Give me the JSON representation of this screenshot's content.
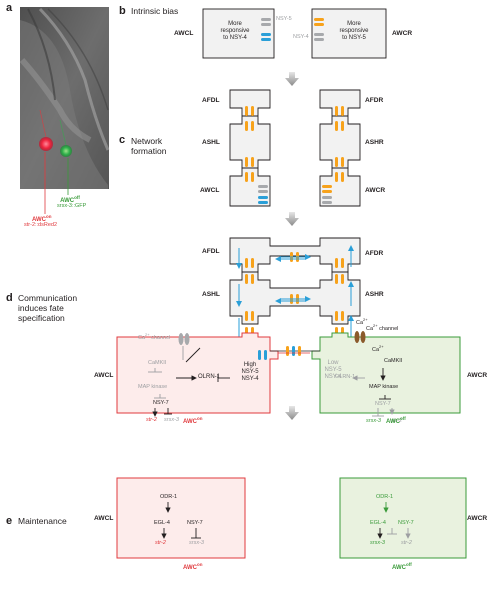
{
  "panels": {
    "a": "a",
    "b": "b",
    "c": "c",
    "d": "d",
    "e": "e"
  },
  "sections": {
    "b_title": "Intrinsic bias",
    "c_title_1": "Network",
    "c_title_2": "formation",
    "d_title_1": "Communication",
    "d_title_2": "induces fate",
    "d_title_3": "specification",
    "e_title": "Maintenance"
  },
  "photo": {
    "awc_off_label": "AWC",
    "awc_off_sup": "off",
    "awc_off_marker": "srsx-3::GFP",
    "awc_on_label": "AWC",
    "awc_on_sup": "on",
    "awc_on_marker": "str-2::dsRed2"
  },
  "bias": {
    "awcl": "AWCL",
    "awcr": "AWCR",
    "left_text_1": "More",
    "left_text_2": "responsive",
    "left_text_3": "to NSY-4",
    "right_text_1": "More",
    "right_text_2": "responsive",
    "right_text_3": "to NSY-5",
    "nsy5": "NSY-5",
    "nsy4": "NSY-4"
  },
  "network": {
    "afdl": "AFDL",
    "afdr": "AFDR",
    "ashl": "ASHL",
    "ashr": "ASHR",
    "awcl": "AWCL",
    "awcr": "AWCR"
  },
  "communication": {
    "afdl": "AFDL",
    "afdr": "AFDR",
    "ashl": "ASHL",
    "ashr": "ASHR",
    "awcl": "AWCL",
    "awcr": "AWCR",
    "ca_channel_left": "Ca",
    "ca_channel_left_2": " channel",
    "ca_channel_right": " channel",
    "ca": "Ca",
    "camkii": "CaMKII",
    "olrn1": "OLRN-1",
    "map_kinase": "MAP kinase",
    "nsy7": "NSY-7",
    "str2": "str-2",
    "srsx3": "srsx-3",
    "high": "High",
    "high_nsy5": "NSY-5",
    "high_nsy4": "NSY-4",
    "low": "Low",
    "low_nsy5": "NSY-5",
    "low_nsy4": "NSY-4",
    "awc_on": "AWC",
    "awc_on_sup": "on",
    "awc_off": "AWC",
    "awc_off_sup": "off"
  },
  "maintenance": {
    "awcl": "AWCL",
    "awcr": "AWCR",
    "odr1": "ODR-1",
    "egl4": "EGL-4",
    "nsy7": "NSY-7",
    "str2": "str-2",
    "srsx3": "srsx-3",
    "awc_on": "AWC",
    "awc_on_sup": "on",
    "awc_off": "AWC",
    "awc_off_sup": "off"
  },
  "colors": {
    "orange": "#f7a21b",
    "blue": "#2a9fd8",
    "red": "#e03a3e",
    "green": "#3a9b3a",
    "grey": "#9d9fa2",
    "pink_fill": "#fdeceb",
    "green_fill": "#e9f2df"
  }
}
